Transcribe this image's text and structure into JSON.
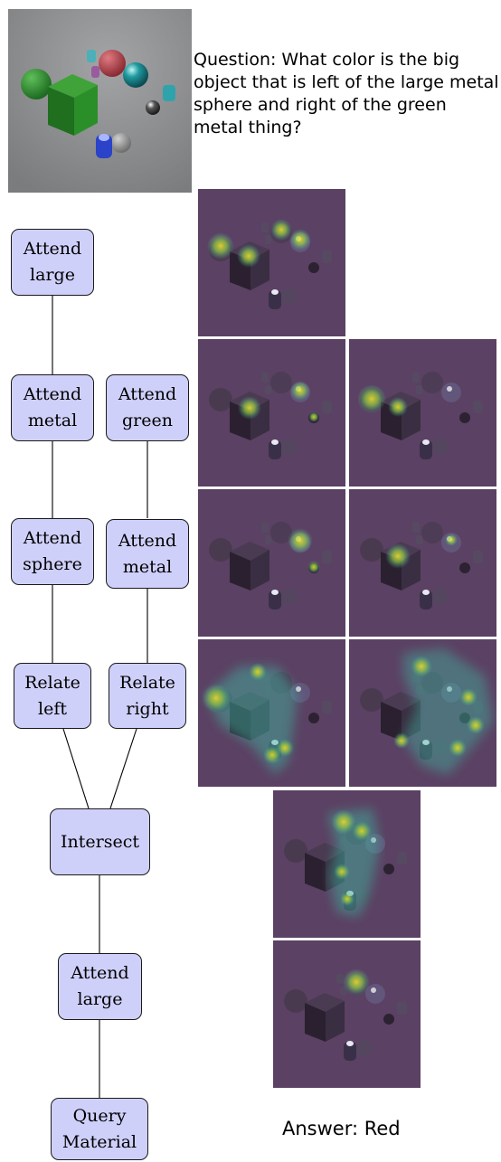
{
  "question": "Question: What color is the big object that is left of the large metal sphere and right of the green metal thing?",
  "answer": "Answer: Red",
  "modules": [
    {
      "line1": "Attend",
      "line2": "large"
    },
    {
      "line1": "Attend",
      "line2": "metal"
    },
    {
      "line1": "Attend",
      "line2": "green"
    },
    {
      "line1": "Attend",
      "line2": "sphere"
    },
    {
      "line1": "Attend",
      "line2": "metal"
    },
    {
      "line1": "Relate",
      "line2": "left"
    },
    {
      "line1": "Relate",
      "line2": "right"
    },
    {
      "line1": "Intersect",
      "line2": ""
    },
    {
      "line1": "Attend",
      "line2": "large"
    },
    {
      "line1": "Query",
      "line2": "Material"
    }
  ],
  "colors": {
    "node_fill": "#cfd0fa",
    "scene_bg": "#8c8d8f",
    "heatmap_bg": "#5b4163",
    "heat_low": "#3fb5a0",
    "heat_high": "#f5e72a"
  }
}
